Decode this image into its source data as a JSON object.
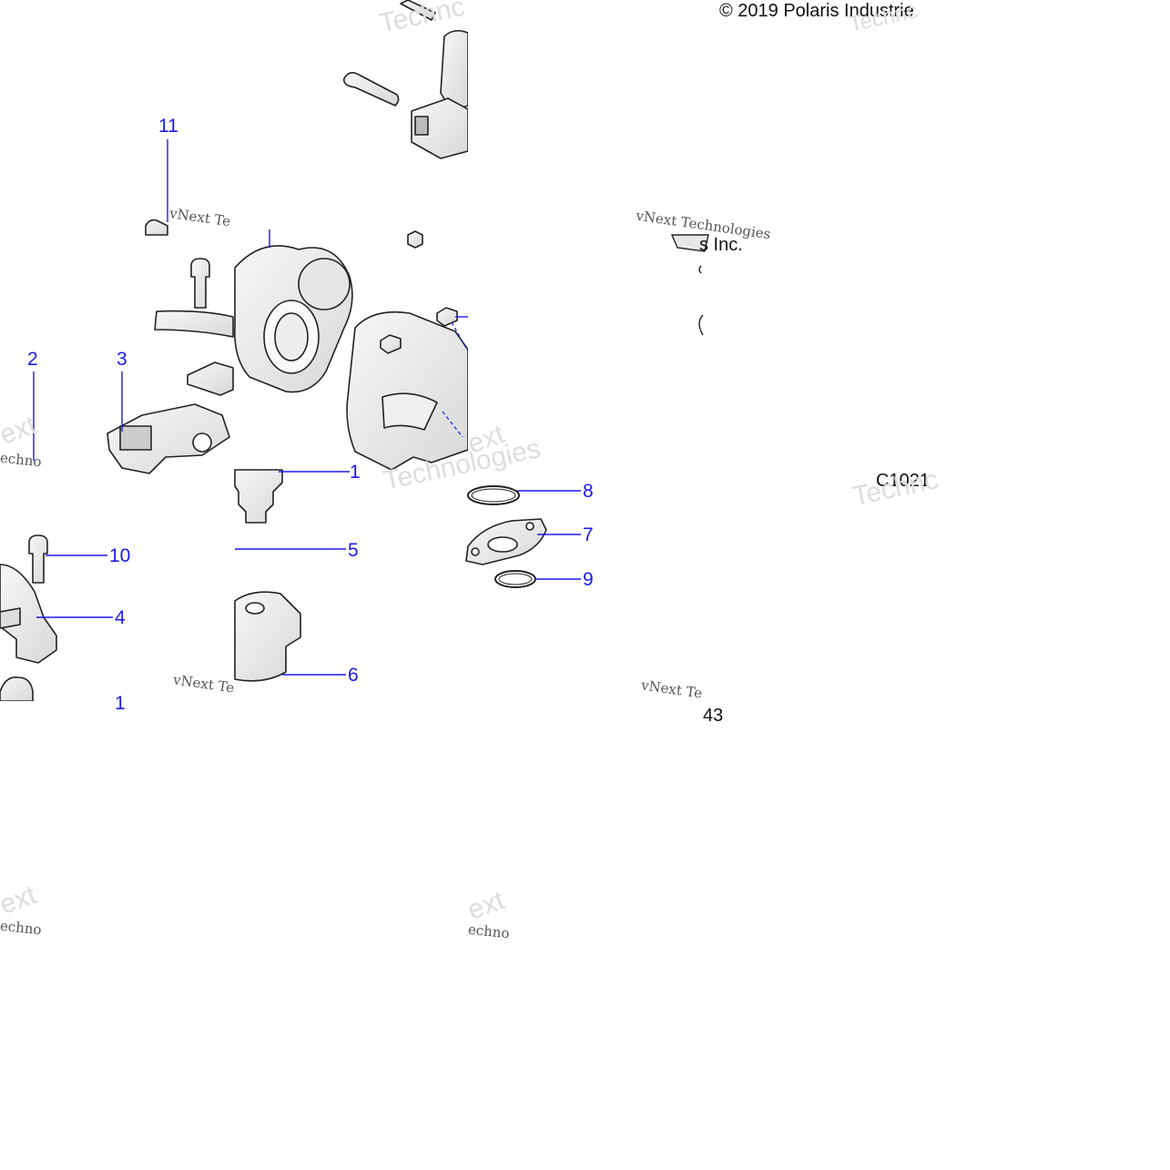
{
  "copyright": "© 2019 Polaris Industrie",
  "copyright_tail": "s Inc.",
  "figure_code": "C1021",
  "page_number": "43",
  "watermark": {
    "brand": "vNext Te",
    "brand_full": "vNext Technologies",
    "tech": "Technologies",
    "tech_short": "Technc",
    "ext": "ext",
    "echno": "echno"
  },
  "callouts": [
    "11",
    "2",
    "3",
    "1",
    "10",
    "5",
    "4",
    "6",
    "8",
    "7",
    "9",
    "1"
  ],
  "colors": {
    "callout": "#1a1ae6",
    "line": "#1a1ae6",
    "part_stroke": "#222222",
    "part_fill": "#ececec"
  }
}
